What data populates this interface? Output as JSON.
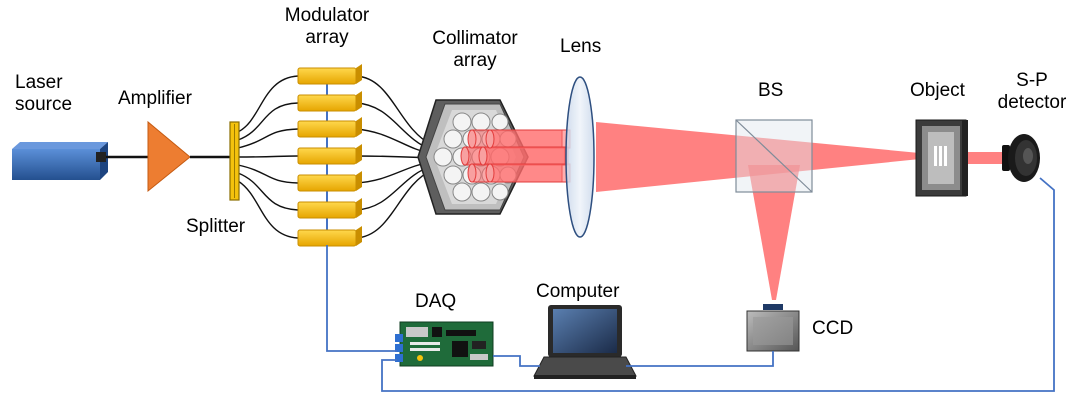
{
  "labels": {
    "laser_source_line1": "Laser",
    "laser_source_line2": "source",
    "amplifier": "Amplifier",
    "splitter": "Splitter",
    "modulator_line1": "Modulator",
    "modulator_line2": "array",
    "collimator_line1": "Collimator",
    "collimator_line2": "array",
    "lens": "Lens",
    "bs": "BS",
    "object": "Object",
    "detector_line1": "S-P",
    "detector_line2": "detector",
    "daq": "DAQ",
    "computer": "Computer",
    "ccd": "CCD"
  },
  "colors": {
    "laser": "#2f5fa8",
    "amplifier": "#ed7d31",
    "splitter": "#f4c20d",
    "modulator": "#ffc000",
    "beam": "#ff5050",
    "signal_wire": "#4472c4"
  }
}
